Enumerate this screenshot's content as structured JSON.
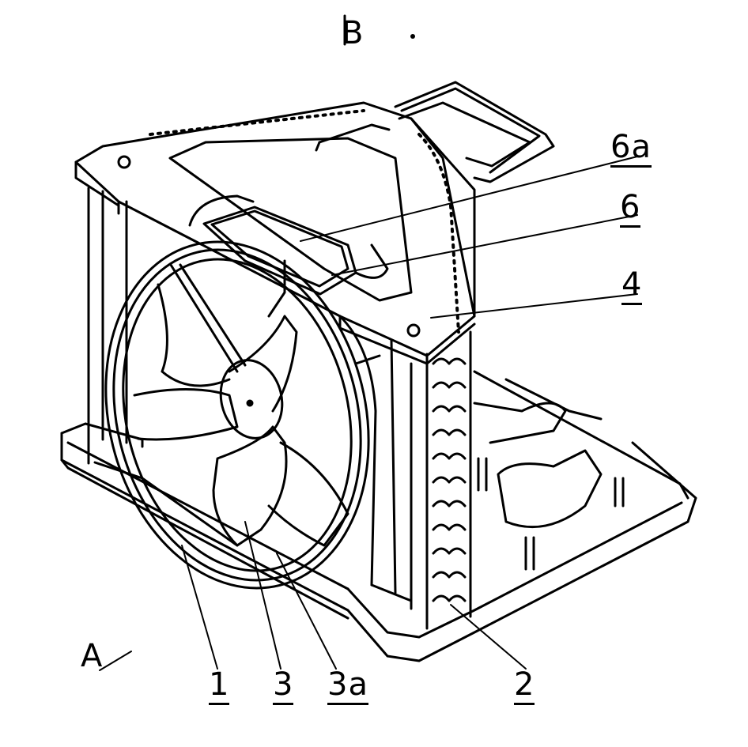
{
  "labels": {
    "view_B": "B",
    "view_A": "A",
    "ref_6a": "6a",
    "ref_6": "6",
    "ref_4": "4",
    "ref_1": "1",
    "ref_3": "3",
    "ref_3a": "3a",
    "ref_2": "2"
  }
}
